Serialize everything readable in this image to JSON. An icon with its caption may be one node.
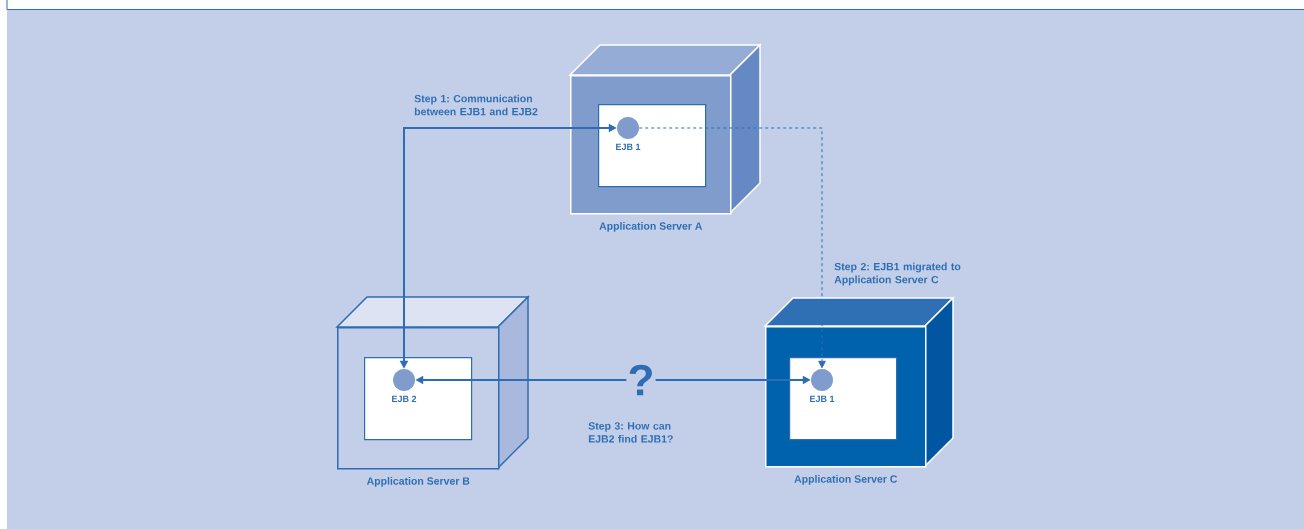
{
  "diagram": {
    "nodes": [
      {
        "text": [
          "Application Server A"
        ]
      },
      {
        "text": [],
        "shape": "box",
        "in": 0
      },
      {
        "text": [
          "EJB 1"
        ],
        "in": 1
      },
      {
        "text": [
          "Application Server B"
        ]
      },
      {
        "text": [],
        "shape": "box",
        "in": 3
      },
      {
        "text": [
          "EJB 2"
        ],
        "in": 4
      },
      {
        "text": [
          "?"
        ],
        "beside": [
          "Step 3: How can EJB2 find EJB1?"
        ]
      },
      {
        "text": [
          "Application Server C"
        ]
      },
      {
        "text": [],
        "shape": "box",
        "in": 7
      },
      {
        "text": [
          "EJB 1"
        ],
        "in": 8
      }
    ],
    "edges": [
      {
        "from": 2,
        "to": 5,
        "arrow": "both",
        "label": "Step 1: Communication between EJB1 and EJB2"
      },
      {
        "from": 2,
        "to": 9,
        "arrow": "to",
        "label": "Step 2: EJB1 migrated to Application Server C",
        "style": "dashed"
      },
      {
        "from": 6,
        "to": 5,
        "arrow": "to"
      },
      {
        "from": 6,
        "to": 9,
        "arrow": "to"
      }
    ]
  }
}
